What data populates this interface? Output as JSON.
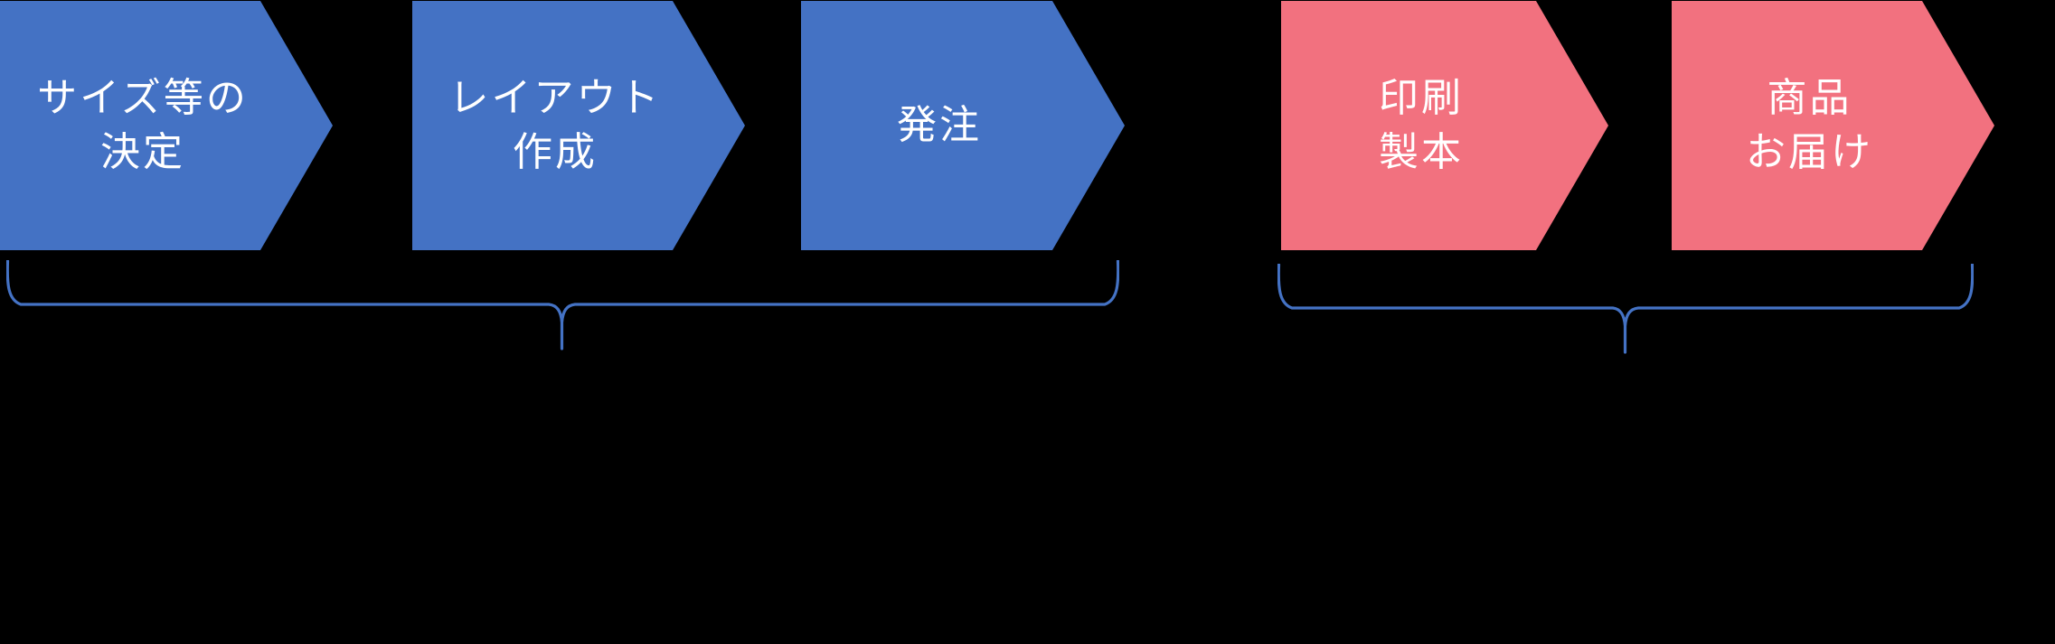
{
  "canvas": {
    "background_color": "#000000",
    "text_color": "#ffffff"
  },
  "flow": {
    "steps": [
      {
        "line1": "サイズ等の",
        "line2": "決定",
        "color": "#4472C4",
        "group": "order-phase"
      },
      {
        "line1": "レイアウト",
        "line2": "作成",
        "color": "#4472C4",
        "group": "order-phase"
      },
      {
        "line1": "発注",
        "line2": "",
        "color": "#4472C4",
        "group": "order-phase"
      },
      {
        "line1": "印刷",
        "line2": "製本",
        "color": "#F2717F",
        "group": "delivery-phase"
      },
      {
        "line1": "商品",
        "line2": "お届け",
        "color": "#F2717F",
        "group": "delivery-phase"
      }
    ],
    "braces": [
      {
        "color": "#4472C4",
        "spans_steps": "1-3"
      },
      {
        "color": "#4472C4",
        "spans_steps": "4-5"
      }
    ]
  }
}
